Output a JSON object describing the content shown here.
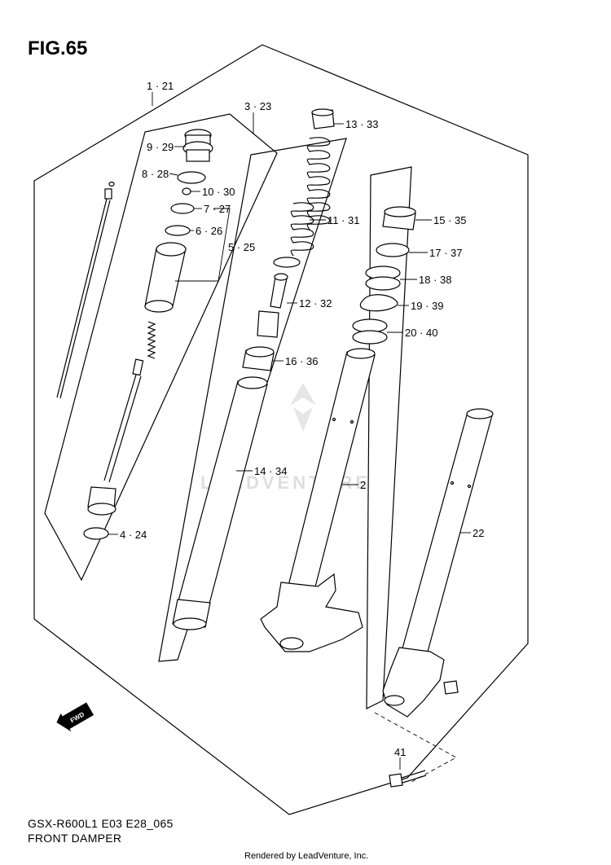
{
  "figure": {
    "title": "FIG.65",
    "model_code": "GSX-R600L1 E03 E28_065",
    "section_name": "FRONT DAMPER",
    "rendered_by": "Rendered by LeadVenture, Inc.",
    "watermark": "LEADVENTURE"
  },
  "callouts": [
    {
      "id": "c1",
      "label": "1 · 21"
    },
    {
      "id": "c2",
      "label": "3 · 23"
    },
    {
      "id": "c3",
      "label": "13 · 33"
    },
    {
      "id": "c4",
      "label": "9 · 29"
    },
    {
      "id": "c5",
      "label": "8 · 28"
    },
    {
      "id": "c6",
      "label": "10 · 30"
    },
    {
      "id": "c7",
      "label": "7 · 27"
    },
    {
      "id": "c8",
      "label": "6 · 26"
    },
    {
      "id": "c9",
      "label": "5 · 25"
    },
    {
      "id": "c10",
      "label": "11 · 31"
    },
    {
      "id": "c11",
      "label": "15 · 35"
    },
    {
      "id": "c12",
      "label": "17 · 37"
    },
    {
      "id": "c13",
      "label": "18 · 38"
    },
    {
      "id": "c14",
      "label": "12 · 32"
    },
    {
      "id": "c15",
      "label": "19 · 39"
    },
    {
      "id": "c16",
      "label": "20 · 40"
    },
    {
      "id": "c17",
      "label": "16 · 36"
    },
    {
      "id": "c18",
      "label": "14 · 34"
    },
    {
      "id": "c19",
      "label": "2"
    },
    {
      "id": "c20",
      "label": "22"
    },
    {
      "id": "c21",
      "label": "4 · 24"
    },
    {
      "id": "c22",
      "label": "41"
    }
  ],
  "fwd_label": "FWD"
}
